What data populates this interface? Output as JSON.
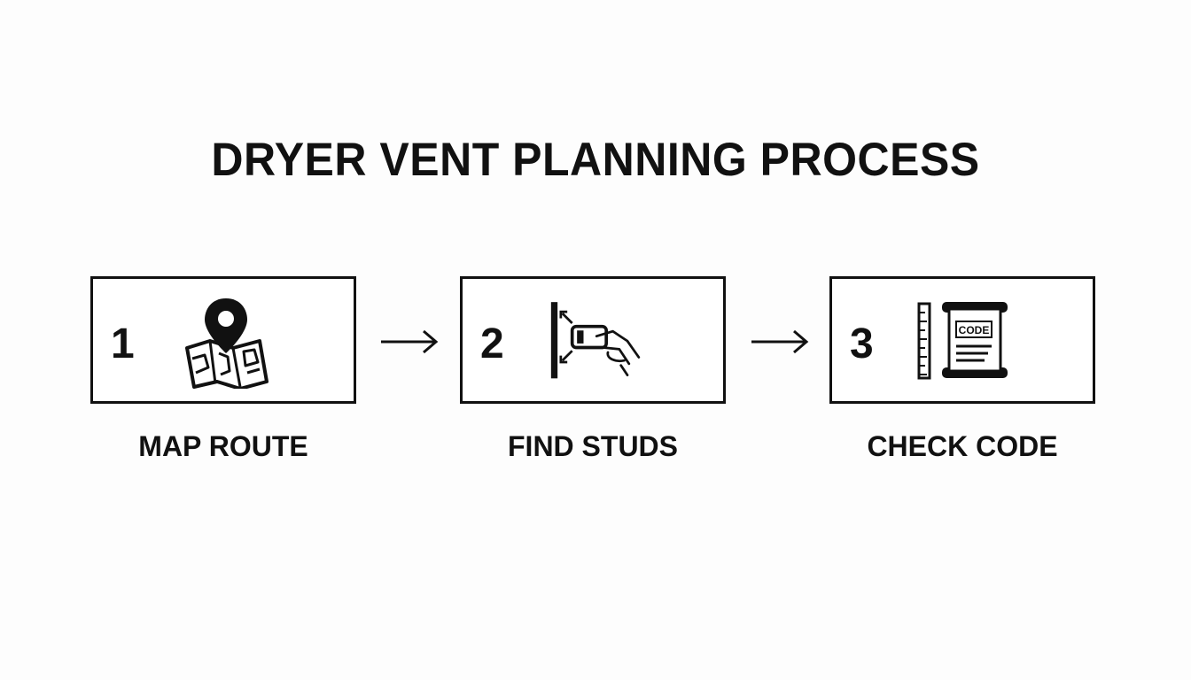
{
  "diagram": {
    "title": "DRYER VENT PLANNING PROCESS",
    "steps": [
      {
        "number": "1",
        "label": "MAP ROUTE",
        "icon": "map-pin-icon"
      },
      {
        "number": "2",
        "label": "FIND STUDS",
        "icon": "stud-finder-icon"
      },
      {
        "number": "3",
        "label": "CHECK CODE",
        "icon": "code-scroll-icon",
        "icon_text": "CODE"
      }
    ],
    "connector_icon": "right-arrow-icon",
    "colors": {
      "ink": "#111111",
      "background": "#fdfdfd"
    }
  }
}
